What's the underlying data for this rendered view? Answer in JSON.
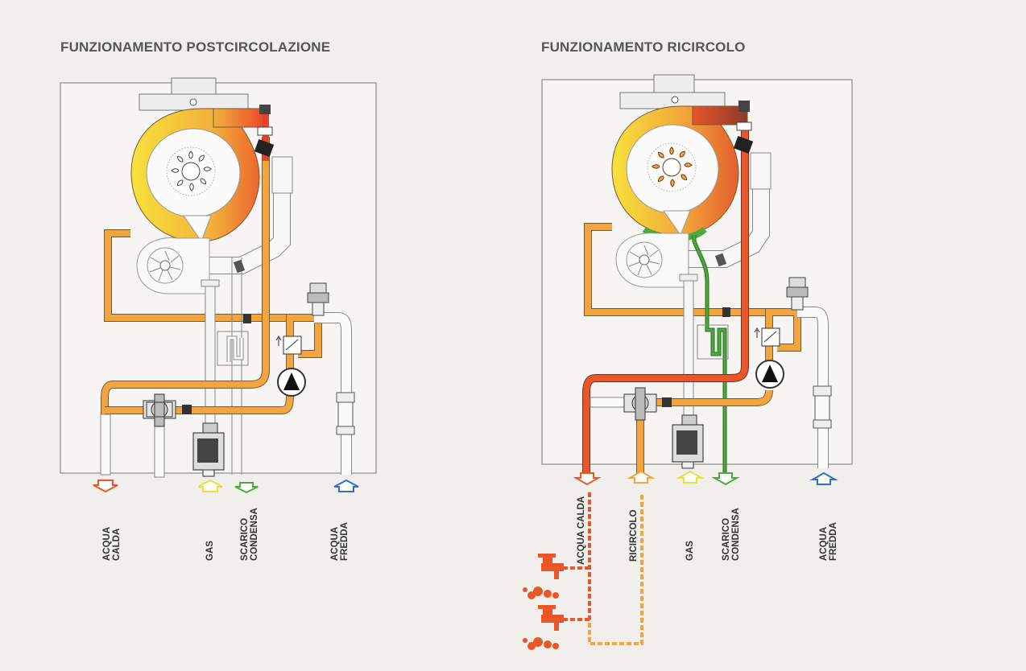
{
  "panels": {
    "left": {
      "title": "FUNZIONAMENTO POSTCIRCOLAZIONE",
      "labels": {
        "acqua_calda": [
          "ACQUA",
          "CALDA"
        ],
        "gas": [
          "GAS"
        ],
        "scarico_condensa": [
          "SCARICO",
          "CONDENSA"
        ],
        "acqua_fredda": [
          "ACQUA",
          "FREDDA"
        ]
      }
    },
    "right": {
      "title": "FUNZIONAMENTO RICIRCOLO",
      "labels": {
        "acqua_calda": [
          "ACQUA CALDA"
        ],
        "ricircolo": [
          "RICIRCOLO"
        ],
        "gas": [
          "GAS"
        ],
        "scarico_condensa": [
          "SCARICO",
          "CONDENSA"
        ],
        "acqua_fredda": [
          "ACQUA",
          "FREDDA"
        ]
      }
    }
  },
  "colors": {
    "background": "#f1efec",
    "pipe_orange": "#f0a541",
    "pipe_red": "#e8562a",
    "pipe_condensate": "#4aaa3c",
    "arrow_hot": "#e8562a",
    "arrow_gas": "#e8e03a",
    "arrow_condensate": "#4aaa3c",
    "arrow_cold": "#2f6fc6",
    "arrow_recirc": "#f0a541"
  }
}
